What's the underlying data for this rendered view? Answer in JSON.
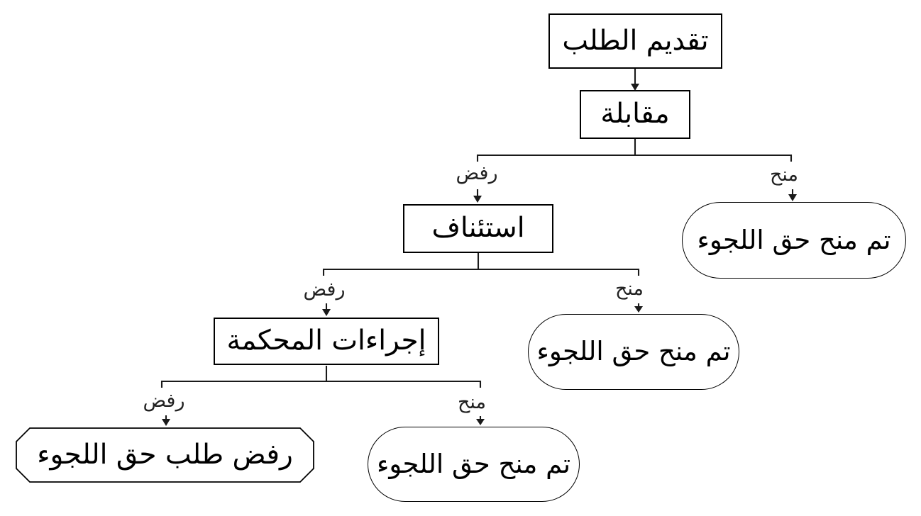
{
  "diagram": {
    "type": "flowchart",
    "direction": "top-down",
    "language": "ar",
    "nodes": [
      {
        "id": "submit-application",
        "shape": "rectangle",
        "label": "تقديم الطلب"
      },
      {
        "id": "interview",
        "shape": "rectangle",
        "label": "مقابلة"
      },
      {
        "id": "asylum-granted-after-interview",
        "shape": "stadium",
        "label": "تم منح حق اللجوء"
      },
      {
        "id": "appeal",
        "shape": "rectangle",
        "label": "استئناف"
      },
      {
        "id": "asylum-granted-after-appeal",
        "shape": "stadium",
        "label": "تم منح حق اللجوء"
      },
      {
        "id": "court-proceedings",
        "shape": "rectangle",
        "label": "إجراءات المحكمة"
      },
      {
        "id": "asylum-granted-after-court",
        "shape": "stadium",
        "label": "تم منح حق اللجوء"
      },
      {
        "id": "asylum-application-rejected",
        "shape": "octagon",
        "label": "رفض طلب حق اللجوء"
      }
    ],
    "edges": [
      {
        "from": "submit-application",
        "to": "interview",
        "label": ""
      },
      {
        "from": "interview",
        "to": "appeal",
        "label": "رفض"
      },
      {
        "from": "interview",
        "to": "asylum-granted-after-interview",
        "label": "منح"
      },
      {
        "from": "appeal",
        "to": "court-proceedings",
        "label": "رفض"
      },
      {
        "from": "appeal",
        "to": "asylum-granted-after-appeal",
        "label": "منح"
      },
      {
        "from": "court-proceedings",
        "to": "asylum-application-rejected",
        "label": "رفض"
      },
      {
        "from": "court-proceedings",
        "to": "asylum-granted-after-court",
        "label": "منح"
      }
    ],
    "colors": {
      "background": "#ffffff",
      "node_border": "#000000",
      "node_text": "#000000",
      "edge_line": "#1a1a1a",
      "edge_label_text": "#222222"
    }
  }
}
